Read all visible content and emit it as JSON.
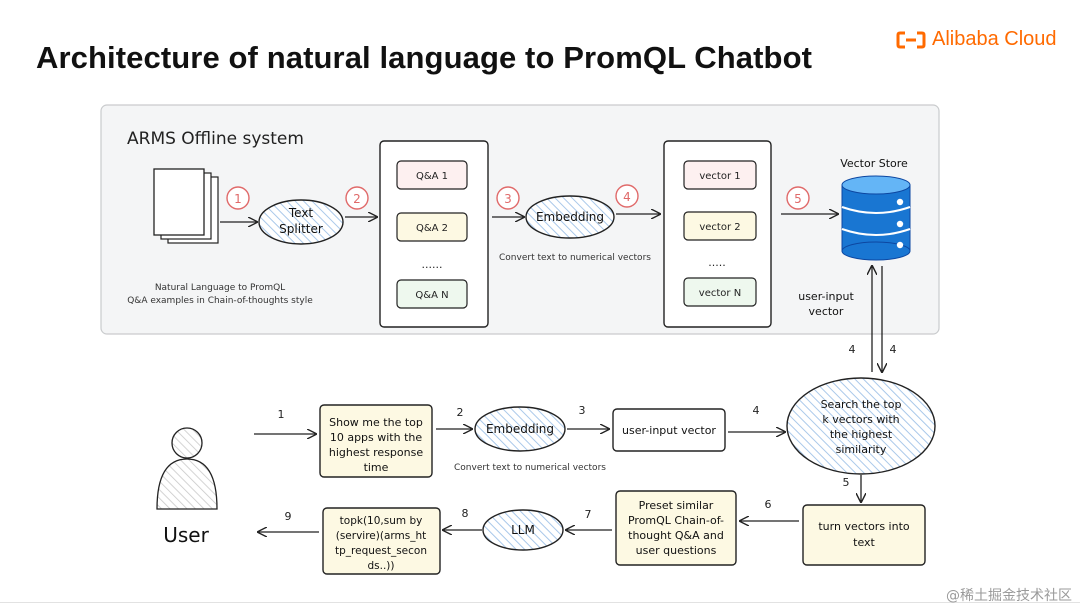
{
  "title": "Architecture of natural language to PromQL Chatbot",
  "brand": {
    "name": "Alibaba Cloud",
    "color": "#ff6a00",
    "icon": "alibaba-cloud-logo-icon"
  },
  "offline": {
    "label": "ARMS Offline system",
    "doc_caption_1": "Natural Language to PromQL",
    "doc_caption_2": "Q&A examples in Chain-of-thoughts style",
    "text_splitter_1": "Text",
    "text_splitter_2": "Splitter",
    "qa_items": [
      "Q&A 1",
      "Q&A 2",
      "Q&A N"
    ],
    "qa_ellipsis": "......",
    "embedding": "Embedding",
    "embedding_caption": "Convert text to numerical vectors",
    "vector_items": [
      "vector 1",
      "vector 2",
      "vector N"
    ],
    "vector_ellipsis": ".....",
    "vector_store": "Vector Store",
    "steps": [
      "1",
      "2",
      "3",
      "4",
      "5"
    ]
  },
  "link": {
    "user_input_vector_1": "user-input",
    "user_input_vector_2": "vector",
    "step_left": "4",
    "step_right": "4"
  },
  "online": {
    "user_label": "User",
    "query_lines": [
      "Show me the top",
      "10 apps with the",
      "highest response",
      "time"
    ],
    "embedding": "Embedding",
    "embedding_caption": "Convert text to numerical vectors",
    "user_input_vector": "user-input vector",
    "search_lines": [
      "Search the top",
      "k vectors with",
      "the highest",
      "similarity"
    ],
    "turn_vectors_lines": [
      "turn vectors into",
      "text"
    ],
    "preset_lines": [
      "Preset similar",
      "PromQL Chain-of-",
      "thought Q&A and",
      "user questions"
    ],
    "llm": "LLM",
    "output_lines": [
      "topk(10,sum by",
      "(servire)(arms_ht",
      "tp_request_secon",
      "ds..))"
    ],
    "steps": [
      "1",
      "2",
      "3",
      "4",
      "5",
      "6",
      "7",
      "8",
      "9"
    ]
  },
  "colors": {
    "step_circle": "#e06a6a",
    "qa_fill": "#fdf0f0",
    "qa_stroke": "#e58b8b",
    "box_fill_yellow": "#fdf9e3",
    "vector_fill": "#fdf0f0",
    "vector_n_fill": "#eef8ee",
    "qa_n_fill": "#eef8ee",
    "hatch_blue": "#a9c8ea",
    "store_blue": "#1976d2"
  },
  "watermark": "@稀土掘金技术社区"
}
